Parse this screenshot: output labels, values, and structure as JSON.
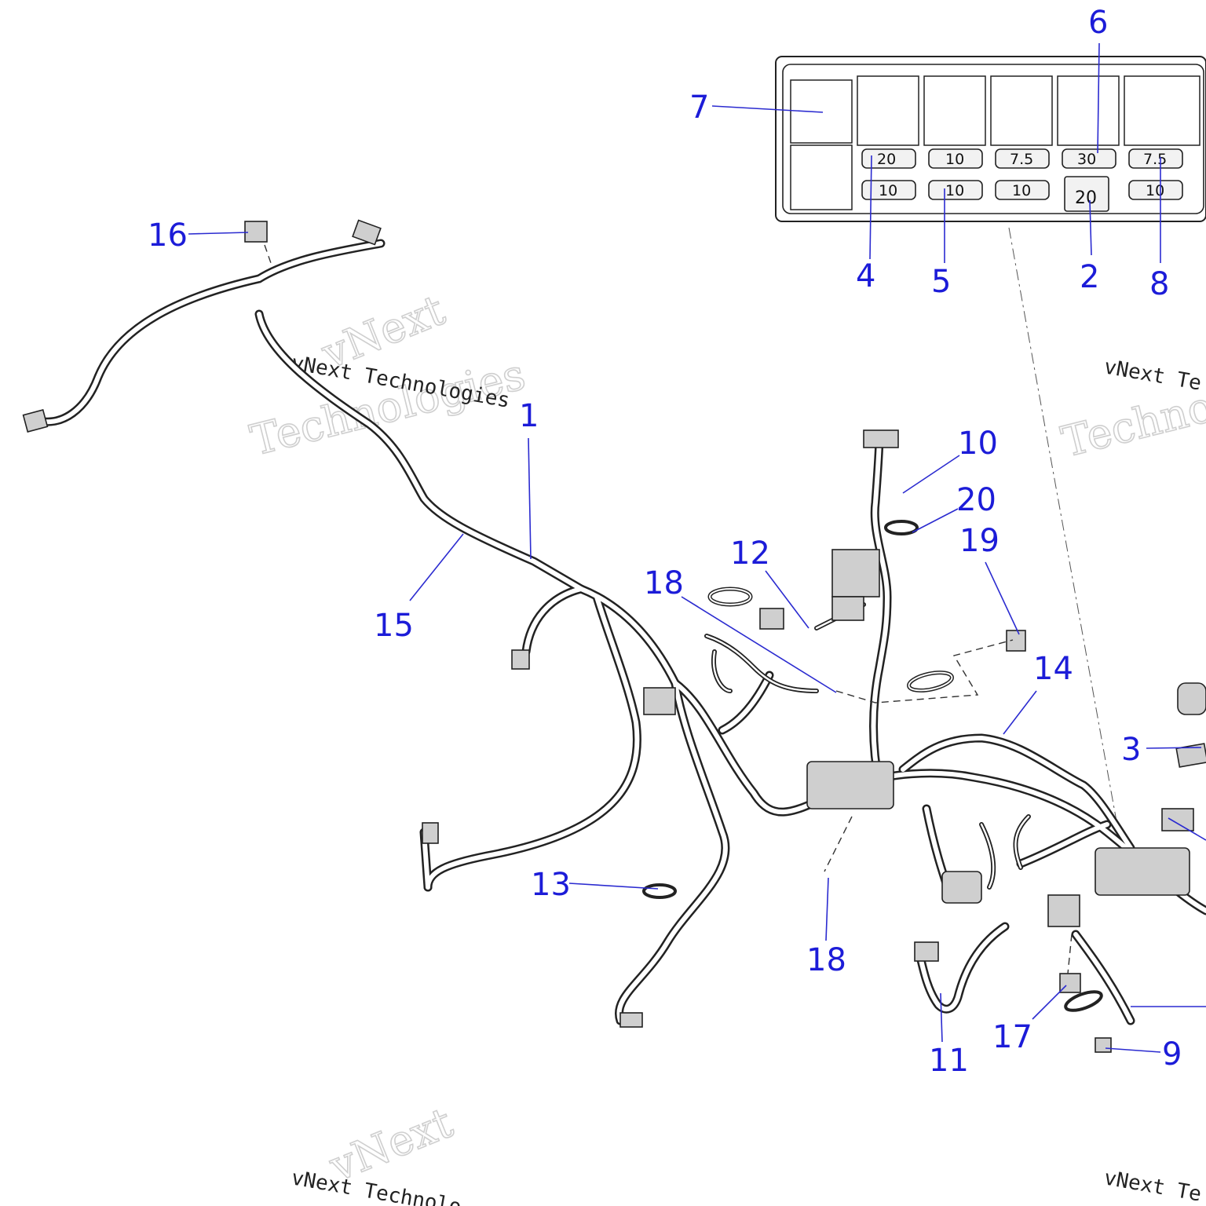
{
  "watermark": {
    "brand": "vNext",
    "company": "Technologies",
    "line": "vNext Technologies",
    "line_cut": "vNext Te",
    "line_cut_bottom": "vNext Technolo"
  },
  "callouts": {
    "c1": "1",
    "c2": "2",
    "c3": "3",
    "c4": "4",
    "c5": "5",
    "c6": "6",
    "c7": "7",
    "c8": "8",
    "c9": "9",
    "c10": "10",
    "c11": "11",
    "c12": "12",
    "c13": "13",
    "c14": "14",
    "c15": "15",
    "c16": "16",
    "c17": "17",
    "c18a": "18",
    "c18b": "18",
    "c19": "19",
    "c20": "20"
  },
  "fuse_box": {
    "top_row": [
      "20",
      "10",
      "7.5",
      "30",
      "7.5"
    ],
    "bottom_row": [
      "10",
      "10",
      "10",
      "20",
      "10"
    ]
  },
  "colors": {
    "callout": "#1c1cd8",
    "line": "#222222"
  }
}
